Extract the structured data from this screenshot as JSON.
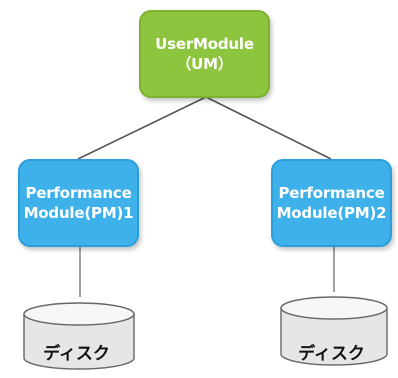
{
  "nodes": {
    "user_module": {
      "line1": "UserModule",
      "line2": "（UM）"
    },
    "pm1": {
      "line1": "Performance",
      "line2": "Module(PM)1"
    },
    "pm2": {
      "line1": "Performance",
      "line2": "Module(PM)2"
    }
  },
  "disks": {
    "left": {
      "label": "ディスク"
    },
    "right": {
      "label": "ディスク"
    }
  },
  "colors": {
    "user_module_fill": "#8dc53e",
    "performance_module_fill": "#3fb1ea",
    "connector": "#555555",
    "disk_body": "#e6e6e6",
    "disk_top": "#f7f7f7",
    "disk_outline": "#666666"
  }
}
